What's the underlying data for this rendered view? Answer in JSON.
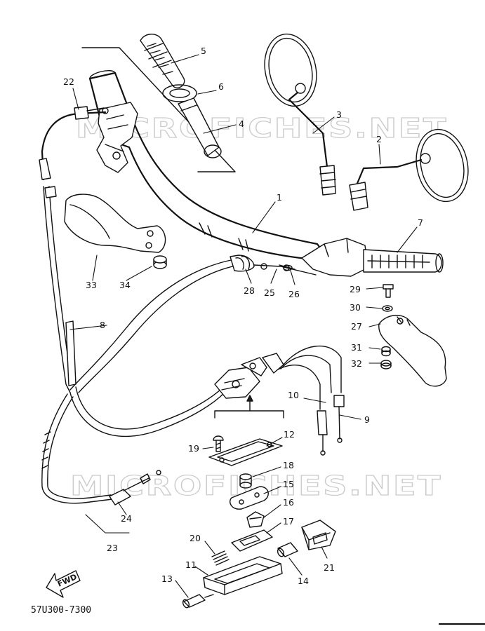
{
  "watermark": {
    "top": "MICROFICHES.NET",
    "bottom": "MICROFICHES.NET"
  },
  "diagram_code": "57U300-7300",
  "fwd_label": "FWD",
  "callouts": [
    {
      "id": "c1",
      "label": "1"
    },
    {
      "id": "c2",
      "label": "2"
    },
    {
      "id": "c3",
      "label": "3"
    },
    {
      "id": "c4",
      "label": "4"
    },
    {
      "id": "c5",
      "label": "5"
    },
    {
      "id": "c6",
      "label": "6"
    },
    {
      "id": "c7",
      "label": "7"
    },
    {
      "id": "c8",
      "label": "8"
    },
    {
      "id": "c9",
      "label": "9"
    },
    {
      "id": "c10",
      "label": "10"
    },
    {
      "id": "c11",
      "label": "11"
    },
    {
      "id": "c12",
      "label": "12"
    },
    {
      "id": "c13",
      "label": "13"
    },
    {
      "id": "c14",
      "label": "14"
    },
    {
      "id": "c15",
      "label": "15"
    },
    {
      "id": "c16",
      "label": "16"
    },
    {
      "id": "c17",
      "label": "17"
    },
    {
      "id": "c18",
      "label": "18"
    },
    {
      "id": "c19",
      "label": "19"
    },
    {
      "id": "c20",
      "label": "20"
    },
    {
      "id": "c21",
      "label": "21"
    },
    {
      "id": "c22",
      "label": "22"
    },
    {
      "id": "c23",
      "label": "23"
    },
    {
      "id": "c24",
      "label": "24"
    },
    {
      "id": "c25",
      "label": "25"
    },
    {
      "id": "c26",
      "label": "26"
    },
    {
      "id": "c27",
      "label": "27"
    },
    {
      "id": "c28",
      "label": "28"
    },
    {
      "id": "c29",
      "label": "29"
    },
    {
      "id": "c30",
      "label": "30"
    },
    {
      "id": "c31",
      "label": "31"
    },
    {
      "id": "c32",
      "label": "32"
    },
    {
      "id": "c33",
      "label": "33"
    },
    {
      "id": "c34",
      "label": "34"
    }
  ]
}
